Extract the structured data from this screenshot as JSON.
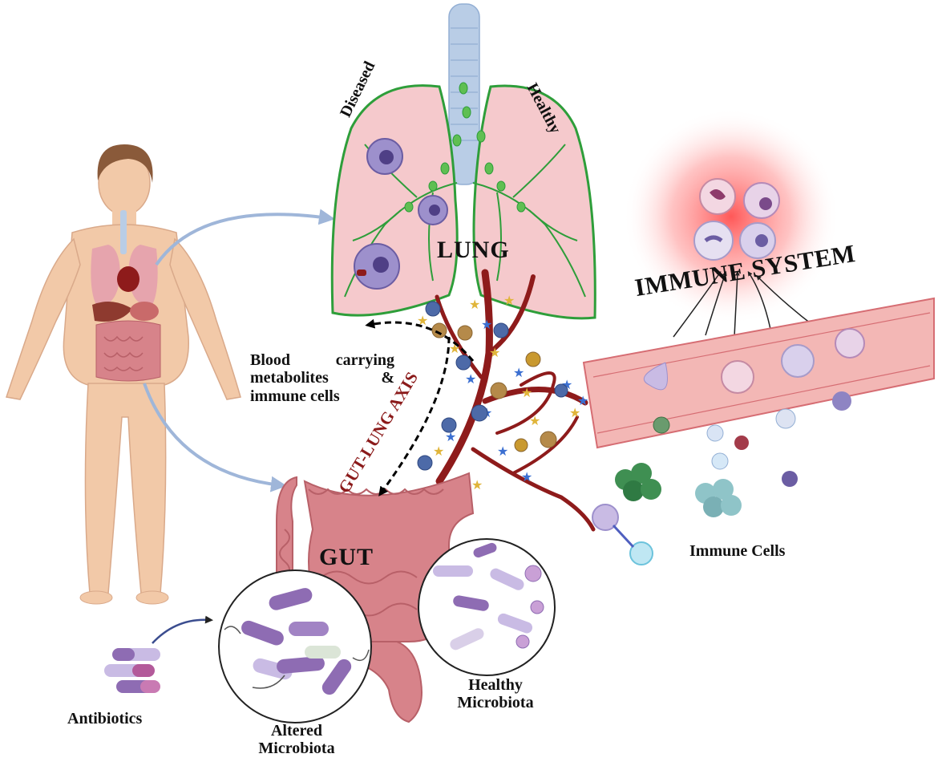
{
  "labels": {
    "lung": "LUNG",
    "gut": "GUT",
    "immune_system": "IMMUNE SYSTEM",
    "diseased": "Diseased",
    "healthy": "Healthy",
    "blood_line1_a": "Blood",
    "blood_line1_b": "carrying",
    "blood_line2_a": "metabolites",
    "blood_line2_b": "&",
    "blood_line3": "immune cells",
    "gut_lung_axis": "GUT-LUNG AXIS",
    "immune_cells": "Immune Cells",
    "healthy_microbiota_1": "Healthy",
    "healthy_microbiota_2": "Microbiota",
    "altered_microbiota_1": "Altered",
    "altered_microbiota_2": "Microbiota",
    "antibiotics": "Antibiotics"
  },
  "colors": {
    "lung_fill": "#f5c9cc",
    "lung_outline": "#2e9e3a",
    "trachea": "#b9cde6",
    "gut": "#d7838a",
    "vessel": "#f3b7b5",
    "artery": "#8e1b1b",
    "arrow": "#9fb6d9",
    "axis_text": "#8b1a1a",
    "glow": "#ff4d4d",
    "bacteria_purple": "#8e6cb3",
    "skin": "#f2c9a8"
  }
}
